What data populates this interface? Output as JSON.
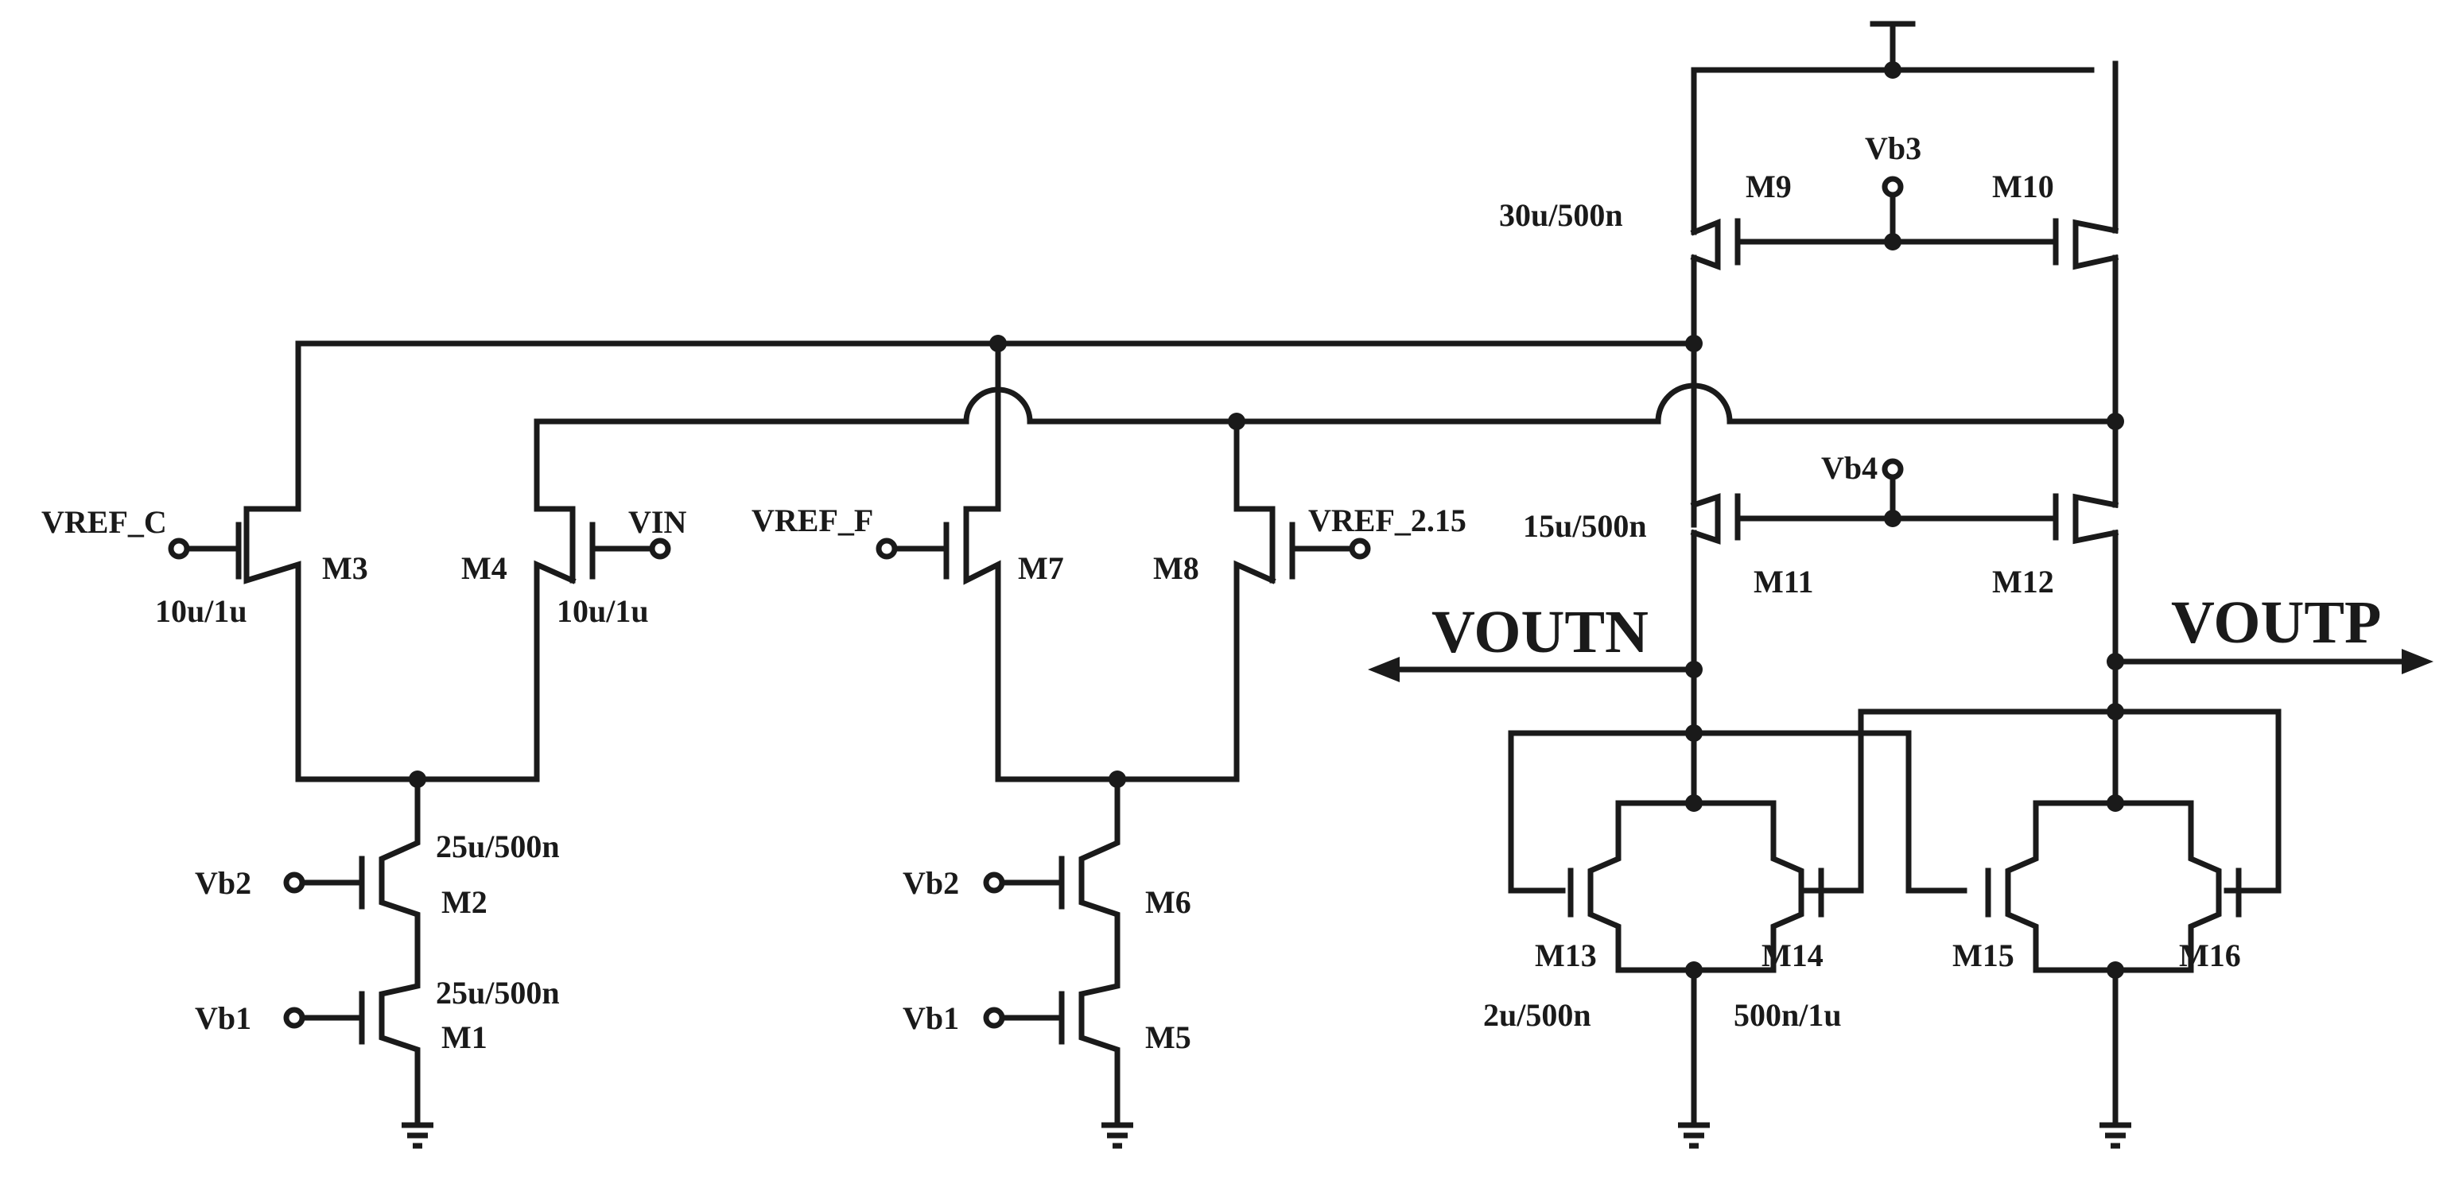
{
  "labels": {
    "vref_c": "VREF_C",
    "vin": "VIN",
    "vref_f": "VREF_F",
    "vref_215": "VREF_2.15",
    "vb1_a": "Vb1",
    "vb2_a": "Vb2",
    "vb1_b": "Vb1",
    "vb2_b": "Vb2",
    "vb3": "Vb3",
    "vb4": "Vb4",
    "voutn": "VOUTN",
    "voutp": "VOUTP"
  },
  "transistors": {
    "m1": "M1",
    "m2": "M2",
    "m3": "M3",
    "m4": "M4",
    "m5": "M5",
    "m6": "M6",
    "m7": "M7",
    "m8": "M8",
    "m9": "M9",
    "m10": "M10",
    "m11": "M11",
    "m12": "M12",
    "m13": "M13",
    "m14": "M14",
    "m15": "M15",
    "m16": "M16"
  },
  "sizes": {
    "m3": "10u/1u",
    "m4": "10u/1u",
    "m2": "25u/500n",
    "m1": "25u/500n",
    "m9": "30u/500n",
    "m11": "15u/500n",
    "m13": "2u/500n",
    "m14": "500n/1u"
  }
}
